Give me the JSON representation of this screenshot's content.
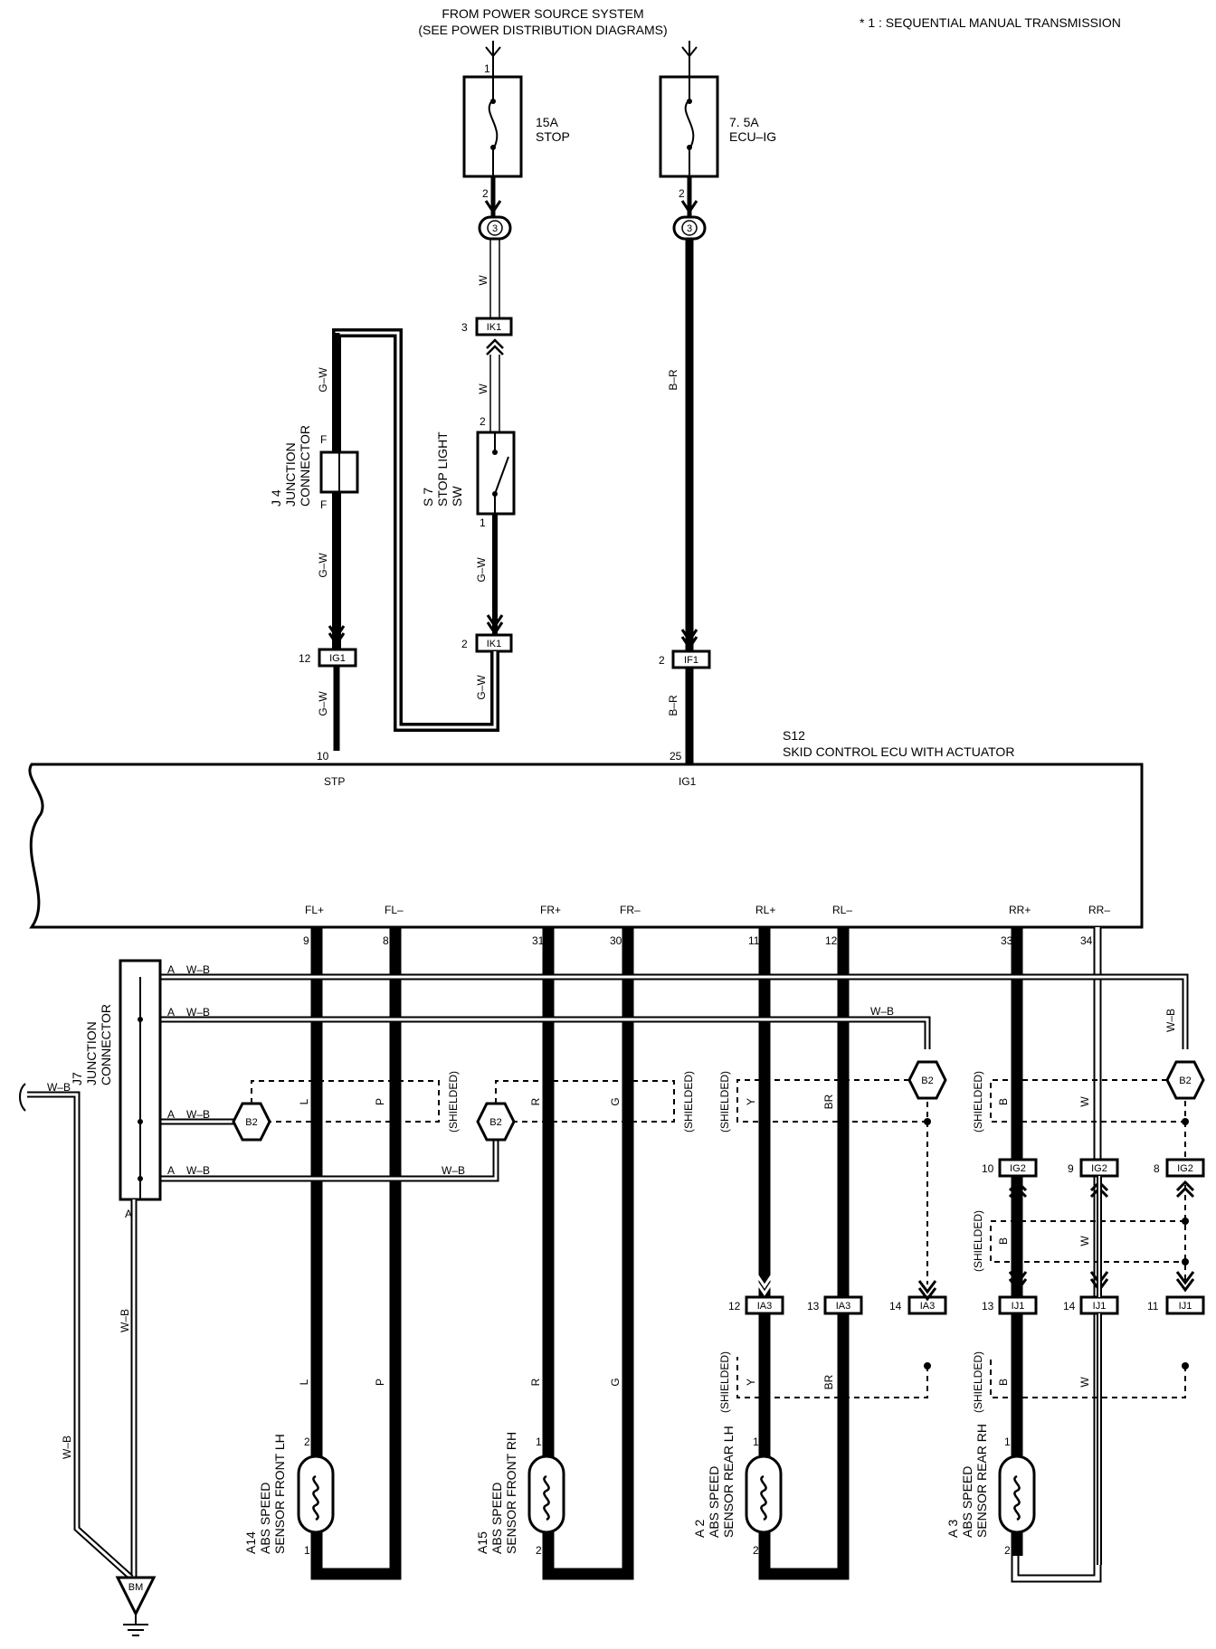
{
  "header": {
    "source_line1": "FROM POWER SOURCE SYSTEM",
    "source_line2": "(SEE POWER DISTRIBUTION DIAGRAMS)",
    "footnote": "* 1 : SEQUENTIAL MANUAL TRANSMISSION"
  },
  "fuses": [
    {
      "amp": "15A",
      "name": "STOP",
      "pin_in": "1",
      "pin_out": "2"
    },
    {
      "amp": "7. 5A",
      "name": "ECU–IG",
      "pin_in": "",
      "pin_out": "2"
    }
  ],
  "junction_3": "3",
  "wires": {
    "w": "W",
    "br": "B–R",
    "gw": "G–W",
    "wb": "W–B",
    "l": "L",
    "p": "P",
    "r": "R",
    "g": "G",
    "y": "Y",
    "brn": "BR",
    "b": "B"
  },
  "connectors": {
    "ik1": "IK1",
    "ig1": "IG1",
    "if1": "IF1",
    "ig2": "IG2",
    "ia3": "IA3",
    "ij1": "IJ1",
    "b2": "B2",
    "bm": "BM"
  },
  "pins": {
    "ik1_top": "3",
    "ik1_bot": "2",
    "ig1": "12",
    "if1": "2",
    "sw_top": "2",
    "sw_bot": "1",
    "jf": "F",
    "ecu_stp": "10",
    "ecu_ig1": "25",
    "ig2": [
      "10",
      "9",
      "8"
    ],
    "ia3": [
      "12",
      "13",
      "14"
    ],
    "ij1": [
      "13",
      "14",
      "11"
    ],
    "ecu_bottom": [
      "9",
      "8",
      "31",
      "30",
      "11",
      "12",
      "33",
      "34"
    ],
    "sens_top": "1",
    "sens_top_fl": "2",
    "sens_bot": "2",
    "sens_bot_fl": "1",
    "ja": "A"
  },
  "components": {
    "s7_line1": "S 7",
    "s7_line2": "STOP LIGHT",
    "s7_line3": "SW",
    "j4_line1": "J 4",
    "j4_line2": "JUNCTION",
    "j4_line3": "CONNECTOR",
    "j7_line1": "J7",
    "j7_line2": "JUNCTION",
    "j7_line3": "CONNECTOR",
    "ecu_id": "S12",
    "ecu_name": "SKID CONTROL ECU WITH ACTUATOR",
    "ecu_stp": "STP",
    "ecu_ig1": "IG1",
    "ecu_terms": [
      "FL+",
      "FL–",
      "FR+",
      "FR–",
      "RL+",
      "RL–",
      "RR+",
      "RR–"
    ],
    "shielded": "(SHIELDED)"
  },
  "sensors": [
    {
      "id": "A14",
      "l1": "ABS SPEED",
      "l2": "SENSOR FRONT LH"
    },
    {
      "id": "A15",
      "l1": "ABS SPEED",
      "l2": "SENSOR FRONT RH"
    },
    {
      "id": "A 2",
      "l1": "ABS SPEED",
      "l2": "SENSOR REAR LH"
    },
    {
      "id": "A 3",
      "l1": "ABS SPEED",
      "l2": "SENSOR REAR RH"
    }
  ]
}
